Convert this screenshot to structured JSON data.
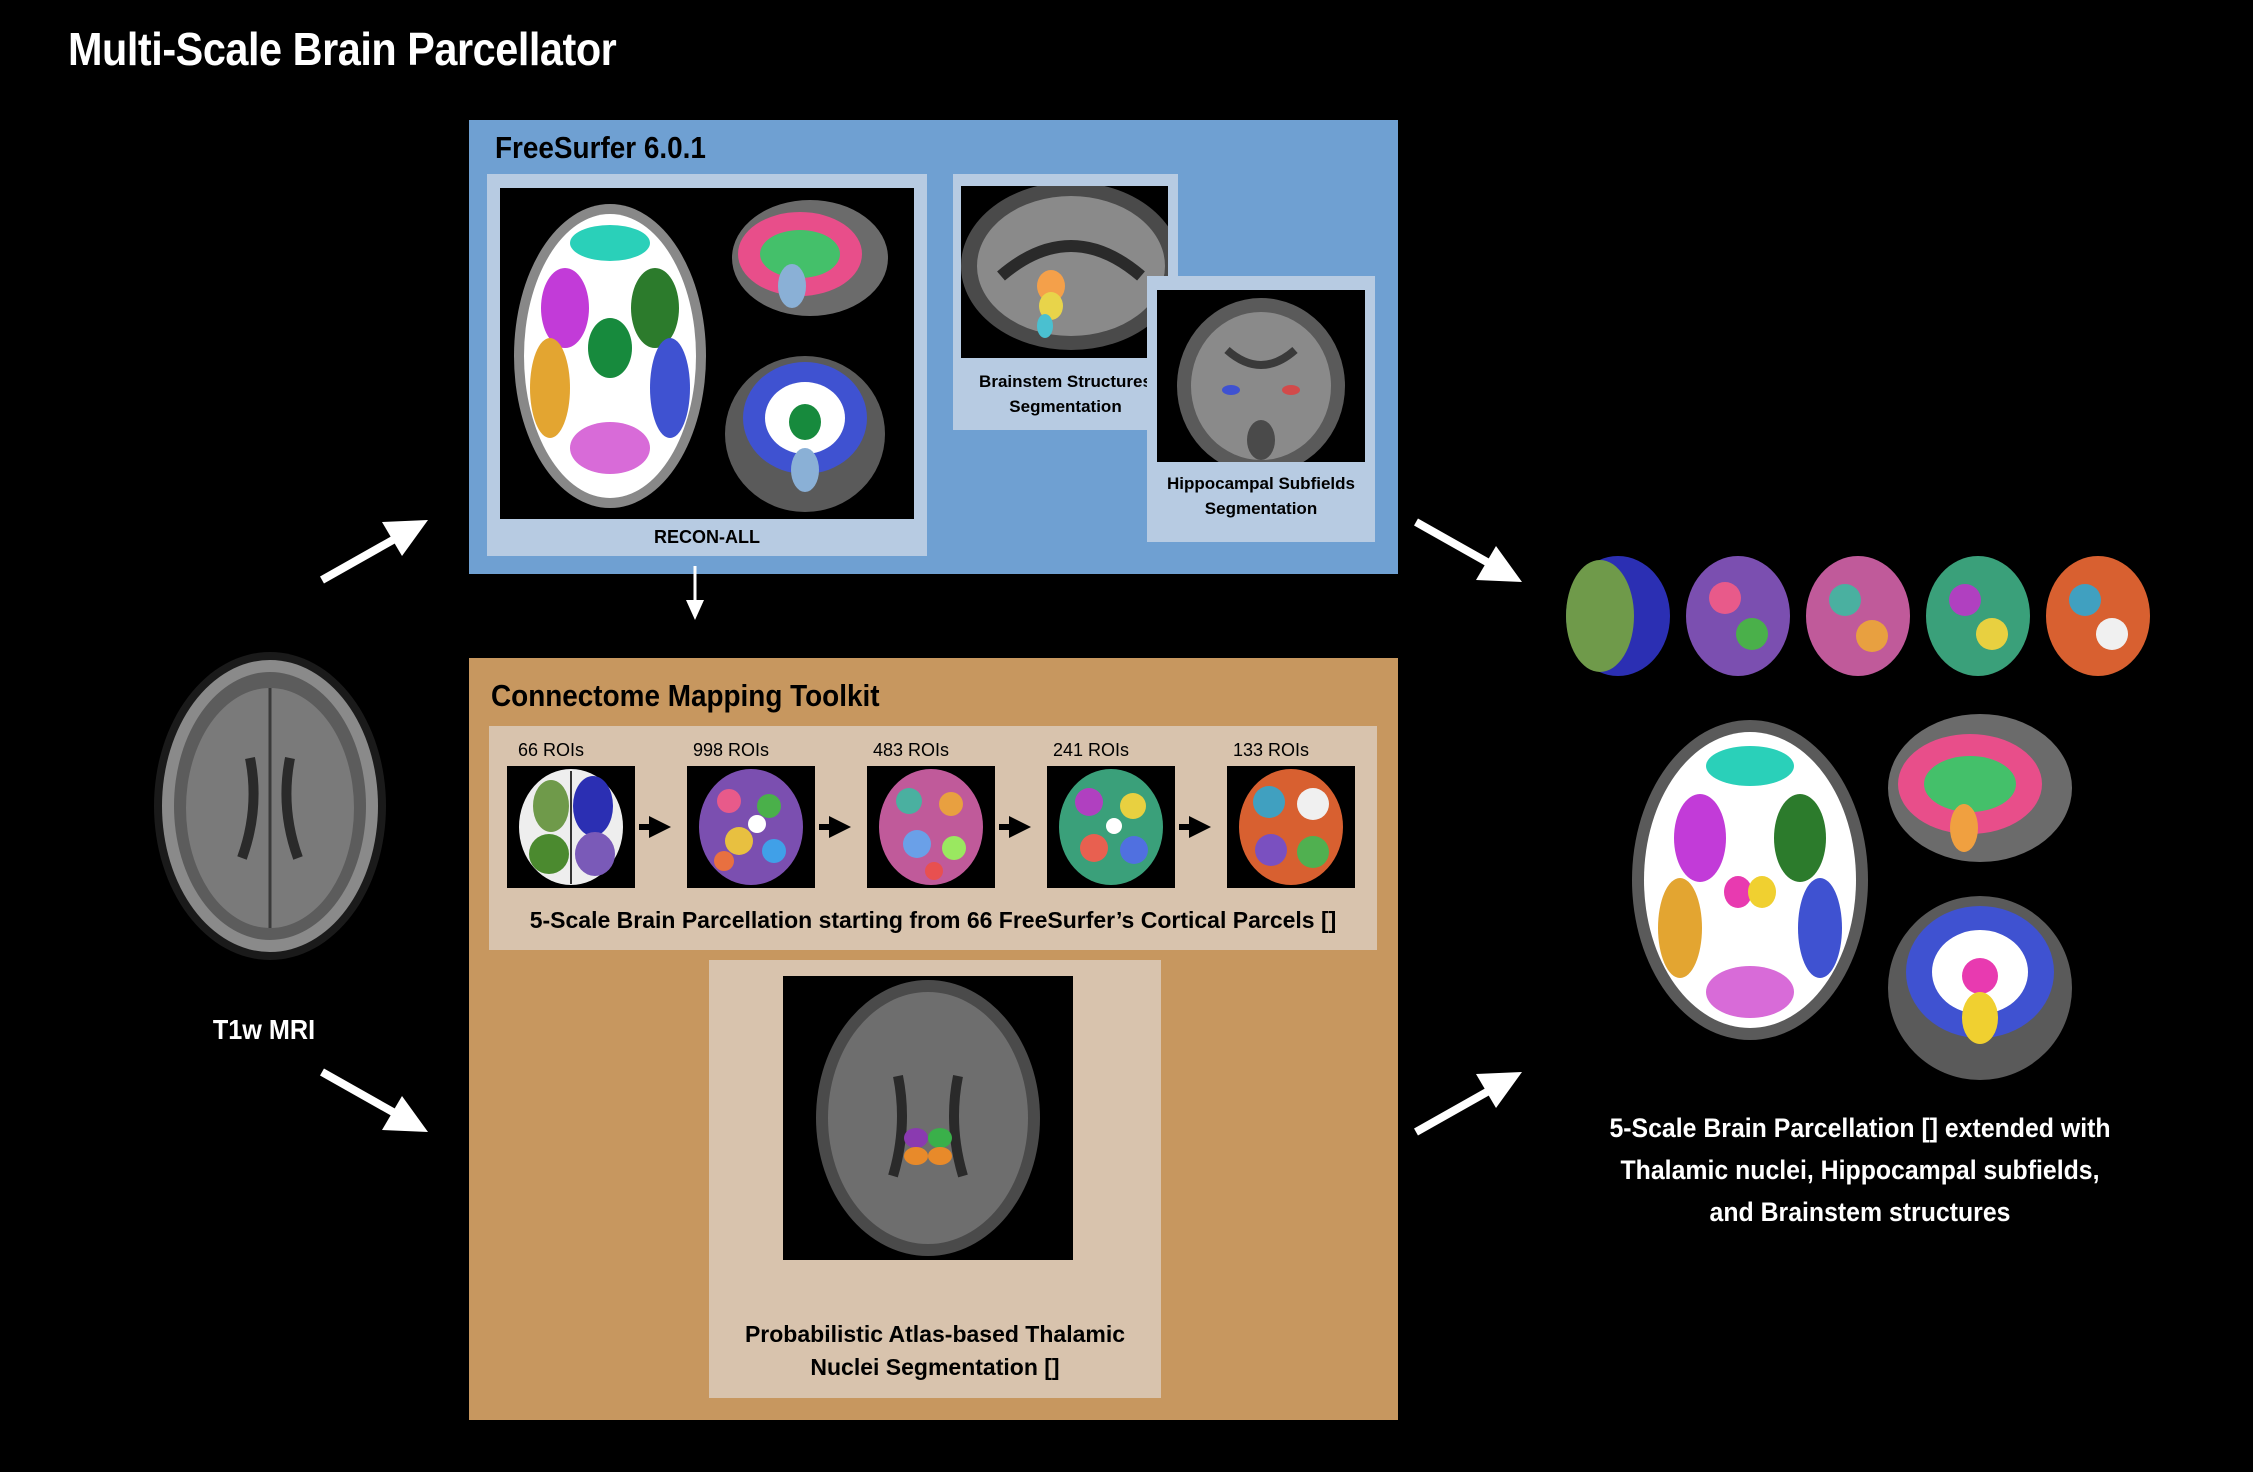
{
  "title": "Multi-Scale Brain Parcellator",
  "input": {
    "label": "T1w MRI"
  },
  "freesurfer": {
    "title": "FreeSurfer 6.0.1",
    "recon_label": "RECON-ALL",
    "brainstem_label": "Brainstem Structures\nSegmentation",
    "hippocampal_label": "Hippocampal Subfields\nSegmentation"
  },
  "cmt": {
    "title": "Connectome Mapping Toolkit",
    "scales": [
      "66 ROIs",
      "998 ROIs",
      "483 ROIs",
      "241 ROIs",
      "133 ROIs"
    ],
    "scale_caption": "5-Scale Brain Parcellation starting from 66 FreeSurfer’s Cortical Parcels []",
    "thalamic_label": "Probabilistic Atlas-based Thalamic\nNuclei Segmentation []"
  },
  "output": {
    "caption": "5-Scale Brain Parcellation [] extended with\nThalamic nuclei, Hippocampal subfields,\nand Brainstem structures"
  },
  "colors": {
    "background": "#000000",
    "freesurfer_panel": "#6fa0d2",
    "cmt_panel": "#c7975f",
    "card": "#d8c3ad",
    "card_blue": "#b7cbe2"
  }
}
